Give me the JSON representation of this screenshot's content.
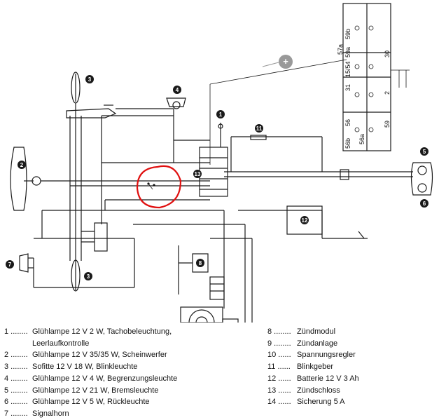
{
  "diagram": {
    "switch_terminals": [
      "59b",
      "59a",
      "15/54",
      "31",
      "56",
      "56b",
      "56a",
      "30",
      "2",
      "59",
      "57a"
    ],
    "plus_sign": "+",
    "colors": {
      "wire": "#1a1a1a",
      "highlight": "#e01010",
      "pointer": "#999999"
    }
  },
  "legend": {
    "left": [
      {
        "num": "1 ........",
        "text": "Glühlampe 12 V 2 W, Tachobeleuchtung,"
      },
      {
        "num": "",
        "text": "Leerlaufkontrolle"
      },
      {
        "num": "2 ........",
        "text": "Glühlampe 12 V 35/35 W, Scheinwerfer"
      },
      {
        "num": "3 ........",
        "text": "Sofitte 12 V 18 W, Blinkleuchte"
      },
      {
        "num": "4 ........",
        "text": "Glühlampe 12 V 4 W, Begrenzungsleuchte"
      },
      {
        "num": "5 ........",
        "text": "Glühlampe 12 V 21 W, Bremsleuchte"
      },
      {
        "num": "6 ........",
        "text": "Glühlampe 12 V 5 W, Rückleuchte"
      },
      {
        "num": "7 ........",
        "text": "Signalhorn"
      }
    ],
    "right": [
      {
        "num": "8 ........",
        "text": "Zündmodul"
      },
      {
        "num": "9 ........",
        "text": "Zündanlage"
      },
      {
        "num": "10 ......",
        "text": "Spannungsregler"
      },
      {
        "num": "11 ......",
        "text": "Blinkgeber"
      },
      {
        "num": "12 ......",
        "text": "Batterie 12 V 3 Ah"
      },
      {
        "num": "13 ......",
        "text": "Zündschloss"
      },
      {
        "num": "14 ......",
        "text": "Sicherung 5 A"
      }
    ]
  }
}
